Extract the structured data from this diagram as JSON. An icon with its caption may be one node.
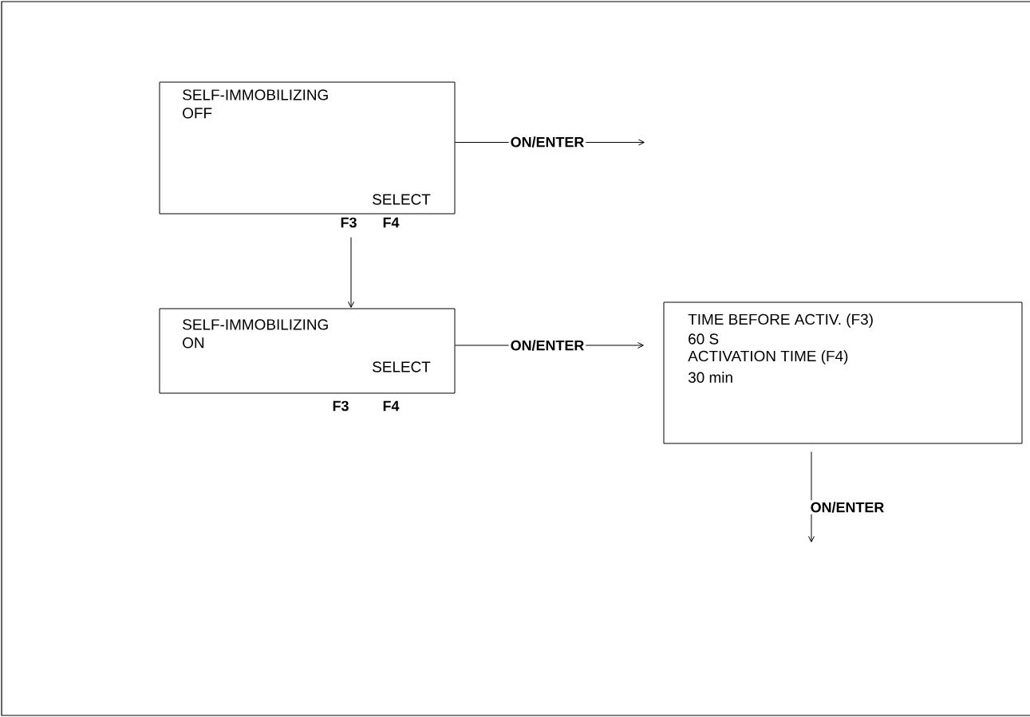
{
  "diagram": {
    "nodes": [
      {
        "text": [
          "SELF-IMMOBILIZING OFF",
          "SELECT"
        ],
        "beside": [
          "F3",
          "F4"
        ]
      },
      {
        "text": [
          "SELF-IMMOBILIZING ON",
          "SELECT"
        ],
        "beside": [
          "F3",
          "F4"
        ]
      },
      {
        "text": [
          "TIME BEFORE ACTIV. (F3)",
          "60 S",
          "ACTIVATION TIME (F4)",
          "30 min"
        ]
      }
    ],
    "edges": [
      {
        "from": 0,
        "to": null,
        "arrow": "to",
        "label": "ON/ENTER"
      },
      {
        "from": 0,
        "to": 1,
        "arrow": "to"
      },
      {
        "from": 1,
        "to": 2,
        "arrow": "to",
        "label": "ON/ENTER"
      },
      {
        "from": 2,
        "to": null,
        "arrow": "to",
        "label": "ON/ENTER"
      }
    ]
  }
}
